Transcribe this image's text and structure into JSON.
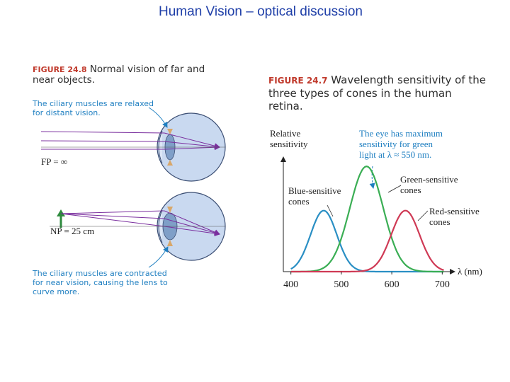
{
  "title": "Human Vision – optical discussion",
  "fig248": {
    "label": "FIGURE 24.8",
    "caption_line1": "Normal vision of far and",
    "caption_line2": "near objects.",
    "note_relaxed_line1": "The ciliary muscles are relaxed",
    "note_relaxed_line2": "for distant vision.",
    "fp_label": "FP = ∞",
    "np_label": "NP = 25 cm",
    "note_contracted_line1": "The ciliary muscles are contracted",
    "note_contracted_line2": "for near vision, causing the lens to",
    "note_contracted_line3": "curve more."
  },
  "fig247": {
    "label": "FIGURE 24.7",
    "caption_line1": "Wavelength sensitivity of the",
    "caption_line2": "three types of cones in the human",
    "caption_line3": "retina.",
    "ylabel_line1": "Relative",
    "ylabel_line2": "sensitivity",
    "note_line1": "The eye has maximum",
    "note_line2": "sensitivity for green",
    "note_line3": "light at λ ≈ 550 nm.",
    "blue_label_line1": "Blue-sensitive",
    "blue_label_line2": "cones",
    "green_label_line1": "Green-sensitive",
    "green_label_line2": "cones",
    "red_label_line1": "Red-sensitive",
    "red_label_line2": "cones",
    "xlabel": "λ (nm)"
  },
  "chart_data": {
    "type": "line",
    "xlabel": "λ (nm)",
    "ylabel": "Relative sensitivity",
    "xlim": [
      385,
      715
    ],
    "ylim": [
      0,
      1
    ],
    "xticks": [
      "400",
      "500",
      "600",
      "700"
    ],
    "series": [
      {
        "name": "Blue-sensitive cones",
        "color": "#2a8fc4",
        "peak": 465,
        "width": 26,
        "amplitude": 0.54
      },
      {
        "name": "Green-sensitive cones",
        "color": "#3aae54",
        "peak": 550,
        "width": 33,
        "amplitude": 0.93
      },
      {
        "name": "Red-sensitive cones",
        "color": "#cf3a55",
        "peak": 627,
        "width": 28,
        "amplitude": 0.54
      }
    ]
  },
  "colors": {
    "title": "#1f3fa8",
    "figure_label": "#c0392b",
    "note": "#1f7fc1",
    "ray": "#7a2f9e",
    "eye_fill": "#c9d9f0",
    "lens": "#7f9fc8"
  }
}
